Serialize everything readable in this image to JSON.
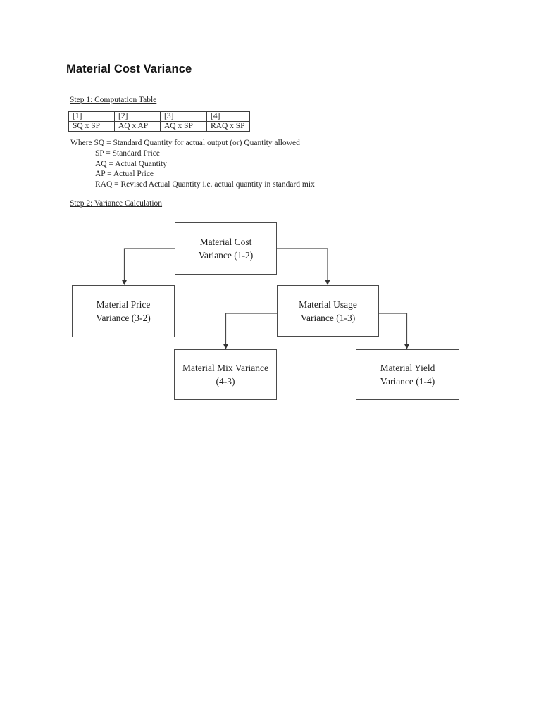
{
  "title": "Material Cost Variance",
  "step1": {
    "heading": "Step 1: Computation Table",
    "table": {
      "headers": [
        "[1]",
        "[2]",
        "[3]",
        "[4]"
      ],
      "row": [
        "SQ x SP",
        "AQ x AP",
        "AQ x SP",
        "RAQ x SP"
      ]
    },
    "definitions": [
      "Where SQ = Standard Quantity for actual output (or) Quantity allowed",
      "SP = Standard Price",
      "AQ = Actual Quantity",
      "AP = Actual Price",
      "RAQ = Revised Actual Quantity i.e. actual quantity in standard mix"
    ]
  },
  "step2": {
    "heading": "Step 2: Variance Calculation",
    "diagram": {
      "mcv": {
        "line1": "Material Cost",
        "line2": "Variance (1-2)"
      },
      "mpv": {
        "line1": "Material Price",
        "line2": "Variance (3-2)"
      },
      "muv": {
        "line1": "Material Usage",
        "line2": "Variance (1-3)"
      },
      "mmv": {
        "line1": "Material Mix Variance",
        "line2": "(4-3)"
      },
      "myv": {
        "line1": "Material Yield",
        "line2": "Variance (1-4)"
      }
    }
  },
  "colors": {
    "text": "#1f1f1f",
    "line": "#4a4a4a"
  }
}
